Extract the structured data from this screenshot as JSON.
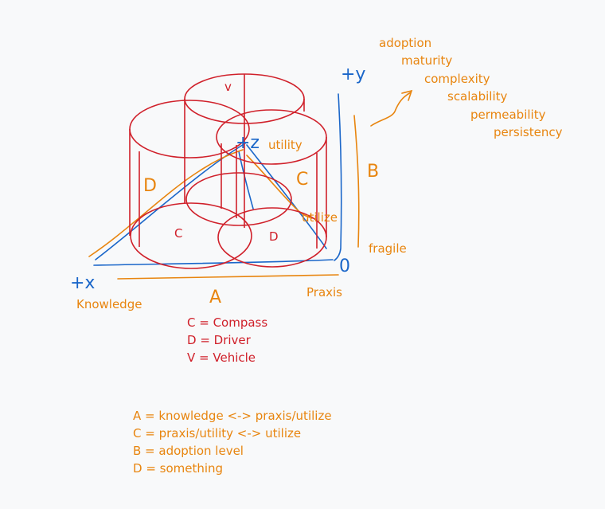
{
  "colors": {
    "orange": "#e8850f",
    "red": "#d0202a",
    "blue": "#1a66c9",
    "background": "#f8f9fa"
  },
  "axes": {
    "y": "+y",
    "z": "+z",
    "x": "+x",
    "origin": "0"
  },
  "axis_labels": {
    "knowledge": "Knowledge",
    "praxis": "Praxis",
    "fragile": "fragile",
    "utility": "utility",
    "utilize": "utilize",
    "A": "A",
    "B": "B",
    "C": "C",
    "D": "D"
  },
  "cylinder_labels": {
    "v": "v",
    "c": "C",
    "d": "D"
  },
  "scale_list": [
    "adoption",
    "maturity",
    "complexity",
    "scalability",
    "permeability",
    "persistency"
  ],
  "red_legend": [
    "C = Compass",
    "D = Driver",
    "V = Vehicle"
  ],
  "orange_legend": [
    "A = knowledge <-> praxis/utilize",
    "C = praxis/utility <-> utilize",
    "B = adoption level",
    "D = something"
  ]
}
